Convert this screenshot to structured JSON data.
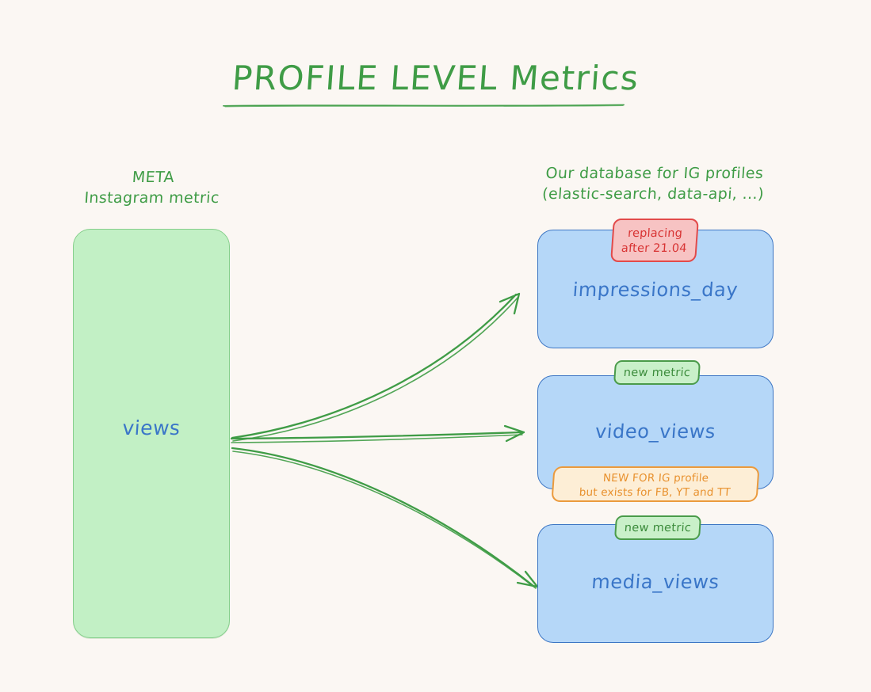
{
  "page": {
    "background_color": "#fbf7f3",
    "title": "PROFILE LEVEL Metrics"
  },
  "palette": {
    "green_text": "#3f9c46",
    "blue_text": "#3a76c8",
    "green_card_fill": "#c2f0c5",
    "green_card_border": "#86cf8c",
    "blue_card_fill": "#b5d7f8",
    "blue_card_border": "#3d76c4",
    "red_badge_fill": "#f7c3c3",
    "red_badge_border": "#e24a4a",
    "red_badge_text": "#d83434",
    "green_badge_fill": "#c9f0c9",
    "green_badge_border": "#4a9b4a",
    "orange_badge_fill": "#fdeed6",
    "orange_badge_border": "#eb9a3c",
    "orange_badge_text": "#e8912e",
    "arrow_color": "#3f9c46"
  },
  "columns": {
    "left": {
      "caption_line1": "META",
      "caption_line2": "Instagram metric",
      "source_metric": "views"
    },
    "right": {
      "caption_line1": "Our database for IG profiles",
      "caption_line2": "(elastic-search, data-api, ...)"
    }
  },
  "metrics": [
    {
      "name": "impressions_day",
      "badge_top": {
        "line1": "replacing",
        "line2": "after 21.04",
        "style": "red"
      }
    },
    {
      "name": "video_views",
      "badge_top": {
        "line1": "new metric",
        "line2": "",
        "style": "green"
      },
      "badge_bottom": {
        "line1": "NEW FOR IG profile",
        "line2": "but exists for FB, YT and TT",
        "style": "orange"
      }
    },
    {
      "name": "media_views",
      "badge_top": {
        "line1": "new metric",
        "line2": "",
        "style": "green"
      }
    }
  ]
}
